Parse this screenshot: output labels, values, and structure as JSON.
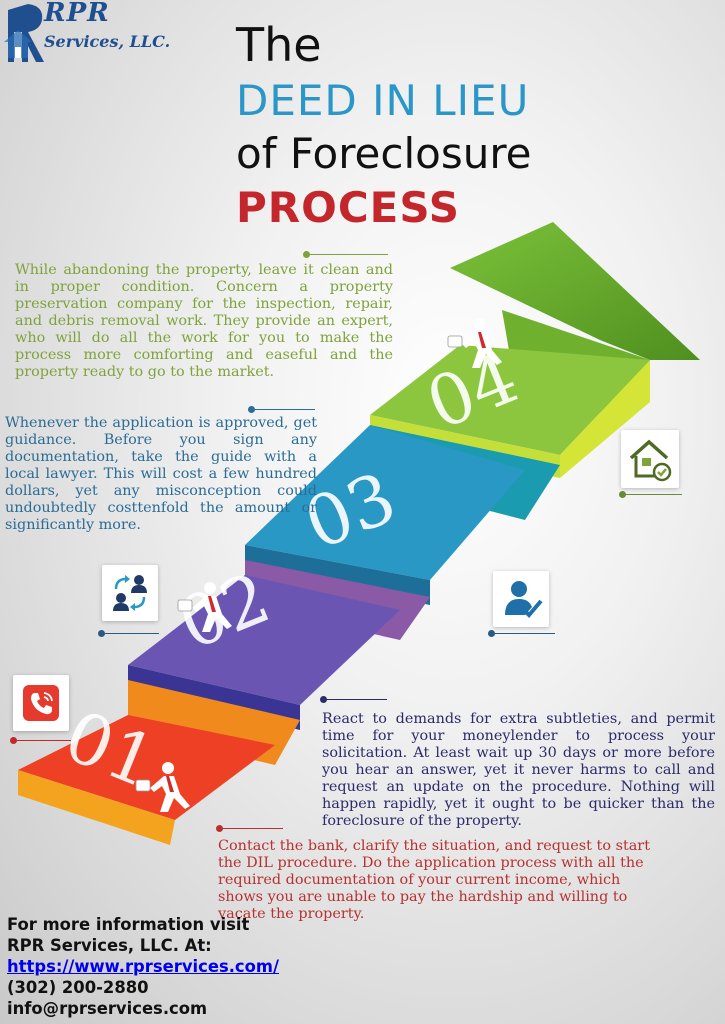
{
  "logo": {
    "line1": "RPR",
    "line2": "Services, LLC."
  },
  "title": {
    "line1": "The",
    "line2": "DEED IN LIEU",
    "line3": "of Foreclosure",
    "line4": "PROCESS"
  },
  "steps": [
    {
      "number": "01",
      "text": "Contact the bank, clarify the situation, and request to start the DIL procedure. Do the application process with all the required documentation of your current income, which shows you are unable to pay the hardship and willing to vacate the property."
    },
    {
      "number": "02",
      "text": "React to demands for extra subtleties, and permit time for your moneylender to process your solicitation. At least wait up 30 days or more before you hear an answer, yet it never harms to call and request an update on the procedure. Nothing will happen rapidly, yet it ought to be quicker than the foreclosure of the property."
    },
    {
      "number": "03",
      "text": "Whenever the application is approved, get guidance. Before you sign any documentation, take the guide with a local lawyer. This will cost a few hundred dollars, yet any misconception could undoubtedly costtenfold the amount or significantly more."
    },
    {
      "number": "04",
      "text": "While abandoning the property, leave it clean and in proper condition. Concern a property preservation company for the inspection, repair, and debris removal work. They provide an expert, who will do all the work for you to make the process more comforting and easeful and the property ready to go to the market."
    }
  ],
  "icons": [
    "phone-icon",
    "people-exchange-icon",
    "user-check-icon",
    "house-check-icon",
    "running-businessman-icon"
  ],
  "colors": {
    "step1": "#ee4024",
    "step2": "#6a56b2",
    "step3": "#2a98c4",
    "step4": "#8cc63f",
    "arrow": "#72b22e",
    "title_blue": "#2a97c8",
    "title_red": "#c3262b"
  },
  "contact": {
    "line1": "For more information visit",
    "line2": "RPR Services, LLC. At:",
    "url": "https://www.rprservices.com/",
    "phone": "(302) 200-2880",
    "email": "info@rprservices.com"
  }
}
